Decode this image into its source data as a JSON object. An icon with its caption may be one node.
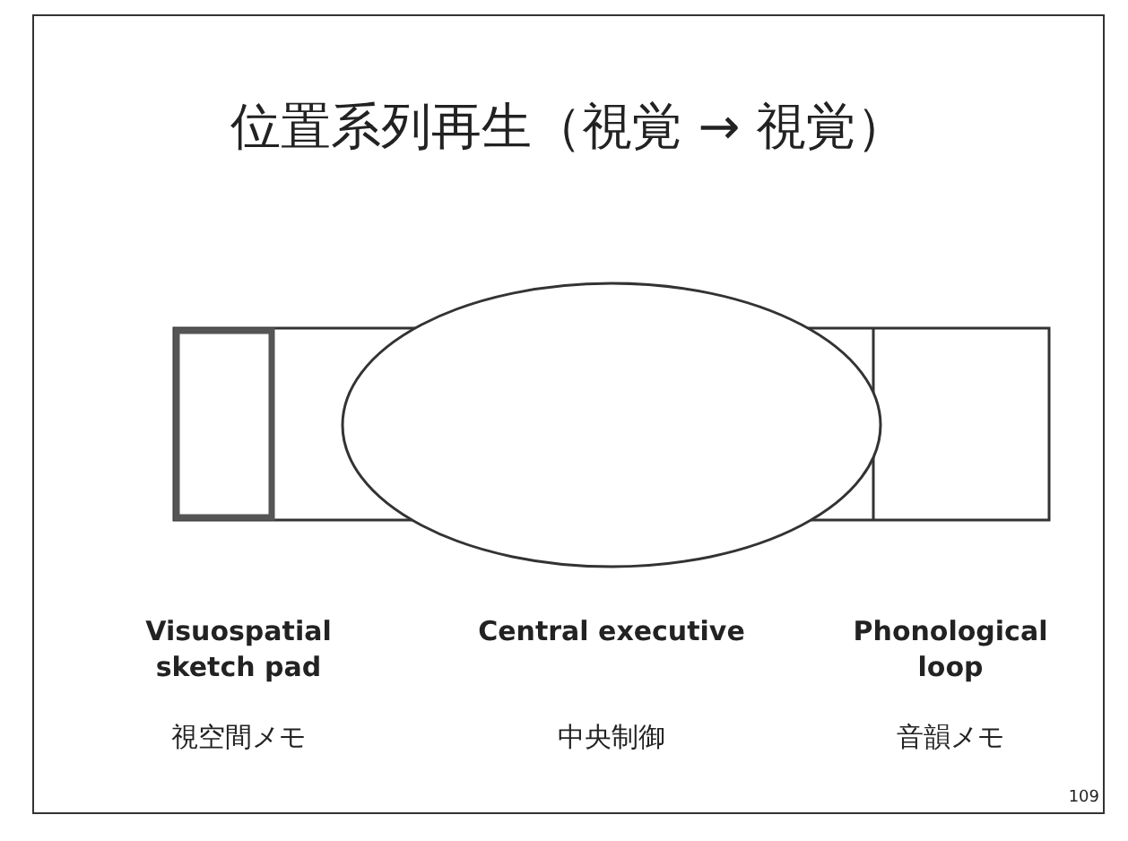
{
  "diagram": {
    "title": "位置系列再生（視覚 → 視覚）",
    "labels": [
      "Visuospatial sketch pad",
      "Central executive",
      "Phonological loop",
      "視空間メモ",
      "中央制御",
      "音韻メモ",
      "109"
    ]
  }
}
